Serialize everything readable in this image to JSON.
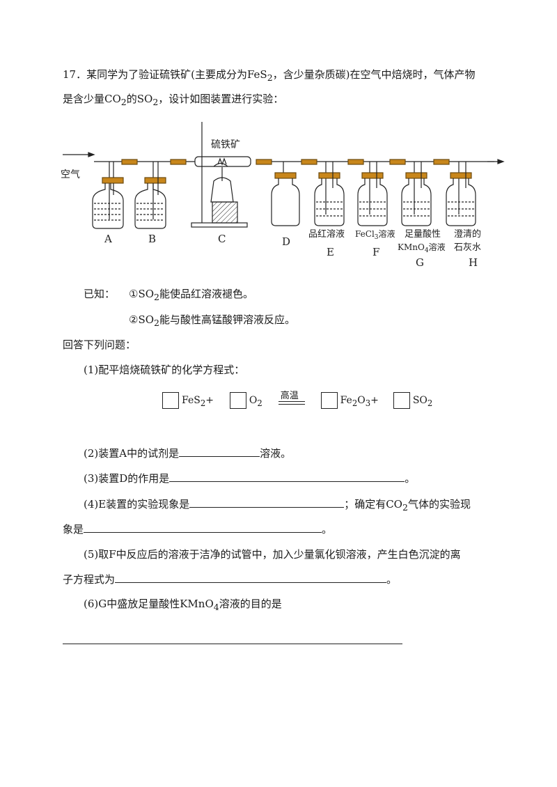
{
  "question": {
    "line1": "17．某同学为了验证硫铁矿(主要成分为FeS",
    "line1_sub": "2",
    "line1_rest": "，含少量杂质碳)在空气中焙烧时，气体产物",
    "line2a": "是含少量CO",
    "line2_sub1": "2",
    "line2b": "的SO",
    "line2_sub2": "2",
    "line2c": "，设计如图装置进行实验："
  },
  "diagram": {
    "air_label": "空气",
    "ore_label": "硫铁矿",
    "bottles": [
      "A",
      "B",
      "C",
      "D",
      "E",
      "F",
      "G",
      "H"
    ],
    "captions": {
      "E": "品红溶液",
      "F_pre": "FeCl",
      "F_sub": "3",
      "F_post": "溶液",
      "G1": "足量酸性",
      "G2_pre": "KMnO",
      "G2_sub": "4",
      "G2_post": "溶液",
      "H1": "澄清的",
      "H2": "石灰水"
    }
  },
  "known": {
    "label": "已知：",
    "item1_pre": "①SO",
    "item1_sub": "2",
    "item1_post": "能使品红溶液褪色。",
    "item2_pre": "②SO",
    "item2_sub": "2",
    "item2_post": "能与酸性高锰酸钾溶液反应。"
  },
  "answer_intro": "回答下列问题：",
  "q1": "(1)配平焙烧硫铁矿的化学方程式：",
  "equation": {
    "fes2": "FeS",
    "fes2_sub": "2",
    "plus1": "+",
    "o2": "O",
    "o2_sub": "2",
    "condition": "高温",
    "fe2o3_a": "Fe",
    "fe2o3_sub1": "2",
    "fe2o3_b": "O",
    "fe2o3_sub2": "3",
    "plus2": "+",
    "so2": "SO",
    "so2_sub": "2"
  },
  "q2_pre": "(2)装置A中的试剂是",
  "q2_post": "溶液。",
  "q3_pre": "(3)装置D的作用是",
  "q3_post": "。",
  "q4_pre": "(4)E装置的实验现象是",
  "q4_mid": "；确定有CO",
  "q4_sub": "2",
  "q4_post": "气体的实验现",
  "q4_line2_pre": "象是",
  "q4_line2_post": "。",
  "q5_line1": "(5)取F中反应后的溶液于洁净的试管中，加入少量氯化钡溶液，产生白色沉淀的离",
  "q5_line2_pre": "子方程式为",
  "q5_line2_post": "。",
  "q6_pre": "(6)G中盛放足量酸性KMnO",
  "q6_sub": "4",
  "q6_post": "溶液的目的是"
}
